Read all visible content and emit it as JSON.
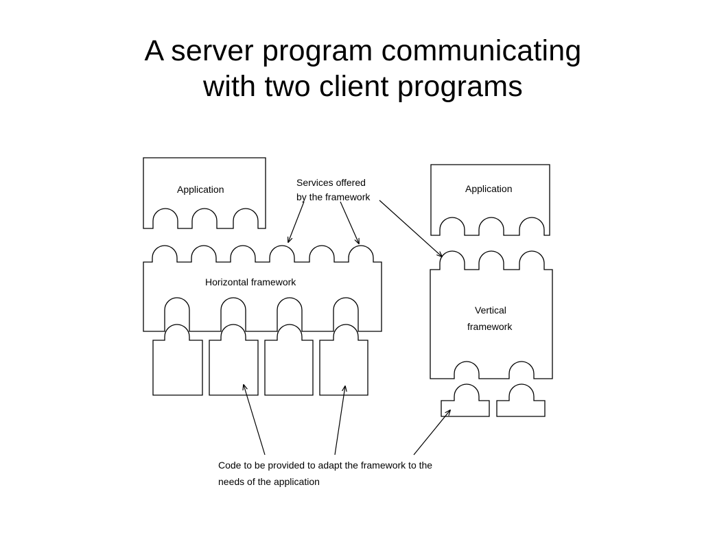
{
  "slide": {
    "title_line1": "A server program communicating",
    "title_line2": "with two client programs"
  },
  "diagram": {
    "left_application": "Application",
    "right_application": "Application",
    "horizontal_framework": "Horizontal framework",
    "vertical_framework_line1": "Vertical",
    "vertical_framework_line2": "framework",
    "services_line1": "Services offered",
    "services_line2": "by the framework",
    "code_line1": "Code to be provided to adapt the framework to the",
    "code_line2": "needs of the application"
  },
  "colors": {
    "stroke": "#000000",
    "fill": "#ffffff",
    "text": "#000000"
  }
}
